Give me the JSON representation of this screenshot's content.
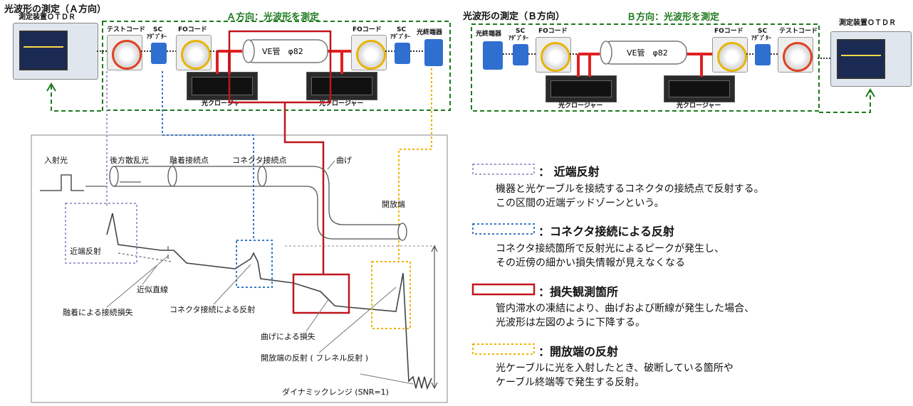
{
  "panelA": {
    "title": "光波形の測定（Ａ方向）",
    "device_label": "測定装置ＯＴＤＲ",
    "direction_label": "Ａ方向：光波形を測定",
    "test_cord": "テストコード",
    "sc": "SC",
    "adapter": "ｱﾀﾞﾌﾟﾀｰ",
    "fo_cord": "FOコード",
    "pipe": "VE管　φ82",
    "terminator": "光終端器",
    "closure": "光クロージャー"
  },
  "panelB": {
    "title": "光波形の測定（Ｂ方向）",
    "device_label": "測定装置ＯＴＤＲ",
    "direction_label": "Ｂ方向：光波形を測定",
    "test_cord": "テストコード",
    "sc": "SC",
    "adapter": "ｱﾀﾞﾌﾟﾀｰ",
    "fo_cord": "FOコード",
    "pipe": "VE管　φ82",
    "terminator": "光終端器",
    "closure": "光クロージャー"
  },
  "diagram": {
    "incident_light": "入射光",
    "backscatter": "後方散乱光",
    "fusion_point": "融着接続点",
    "connector_point": "コネクタ接続点",
    "bend": "曲げ",
    "open_end": "開放端",
    "near_end_reflection": "近端反射",
    "approx_line": "近似直線",
    "fusion_loss": "融着による接続損失",
    "connector_reflection": "コネクタ接続による反射",
    "bend_loss": "曲げによる損失",
    "fresnel": "開放端の反射 ( フレネル反射 )",
    "dynamic_range": "ダイナミックレンジ (SNR=1)"
  },
  "legend": [
    {
      "title": "：  近端反射",
      "lines": [
        "機器と光ケーブルを接続するコネクタの接続点で反射する。",
        "この区間の近端デッドゾーンという。"
      ],
      "color": "#a99ad0"
    },
    {
      "title": "：コネクタ接続による反射",
      "lines": [
        "コネクタ接続箇所で反射光によるピークが発生し、",
        "その近傍の細かい損失情報が見えなくなる"
      ],
      "color": "#3a78c8"
    },
    {
      "title": "：損失観測箇所",
      "lines": [
        "管内滞水の凍結により、曲げおよび断線が発生した場合、",
        "光波形は左図のように下降する。"
      ],
      "color": "#c0161c"
    },
    {
      "title": "：開放端の反射",
      "lines": [
        "光ケーブルに光を入射したとき、破断している箇所や",
        "ケーブル終端等で発生する反射。"
      ],
      "color": "#f0b400"
    }
  ],
  "colors": {
    "green": "#1e7a1e",
    "red": "#c0161c",
    "purple": "#a99ad0",
    "blue": "#3a78c8",
    "yellow": "#f0b400"
  }
}
